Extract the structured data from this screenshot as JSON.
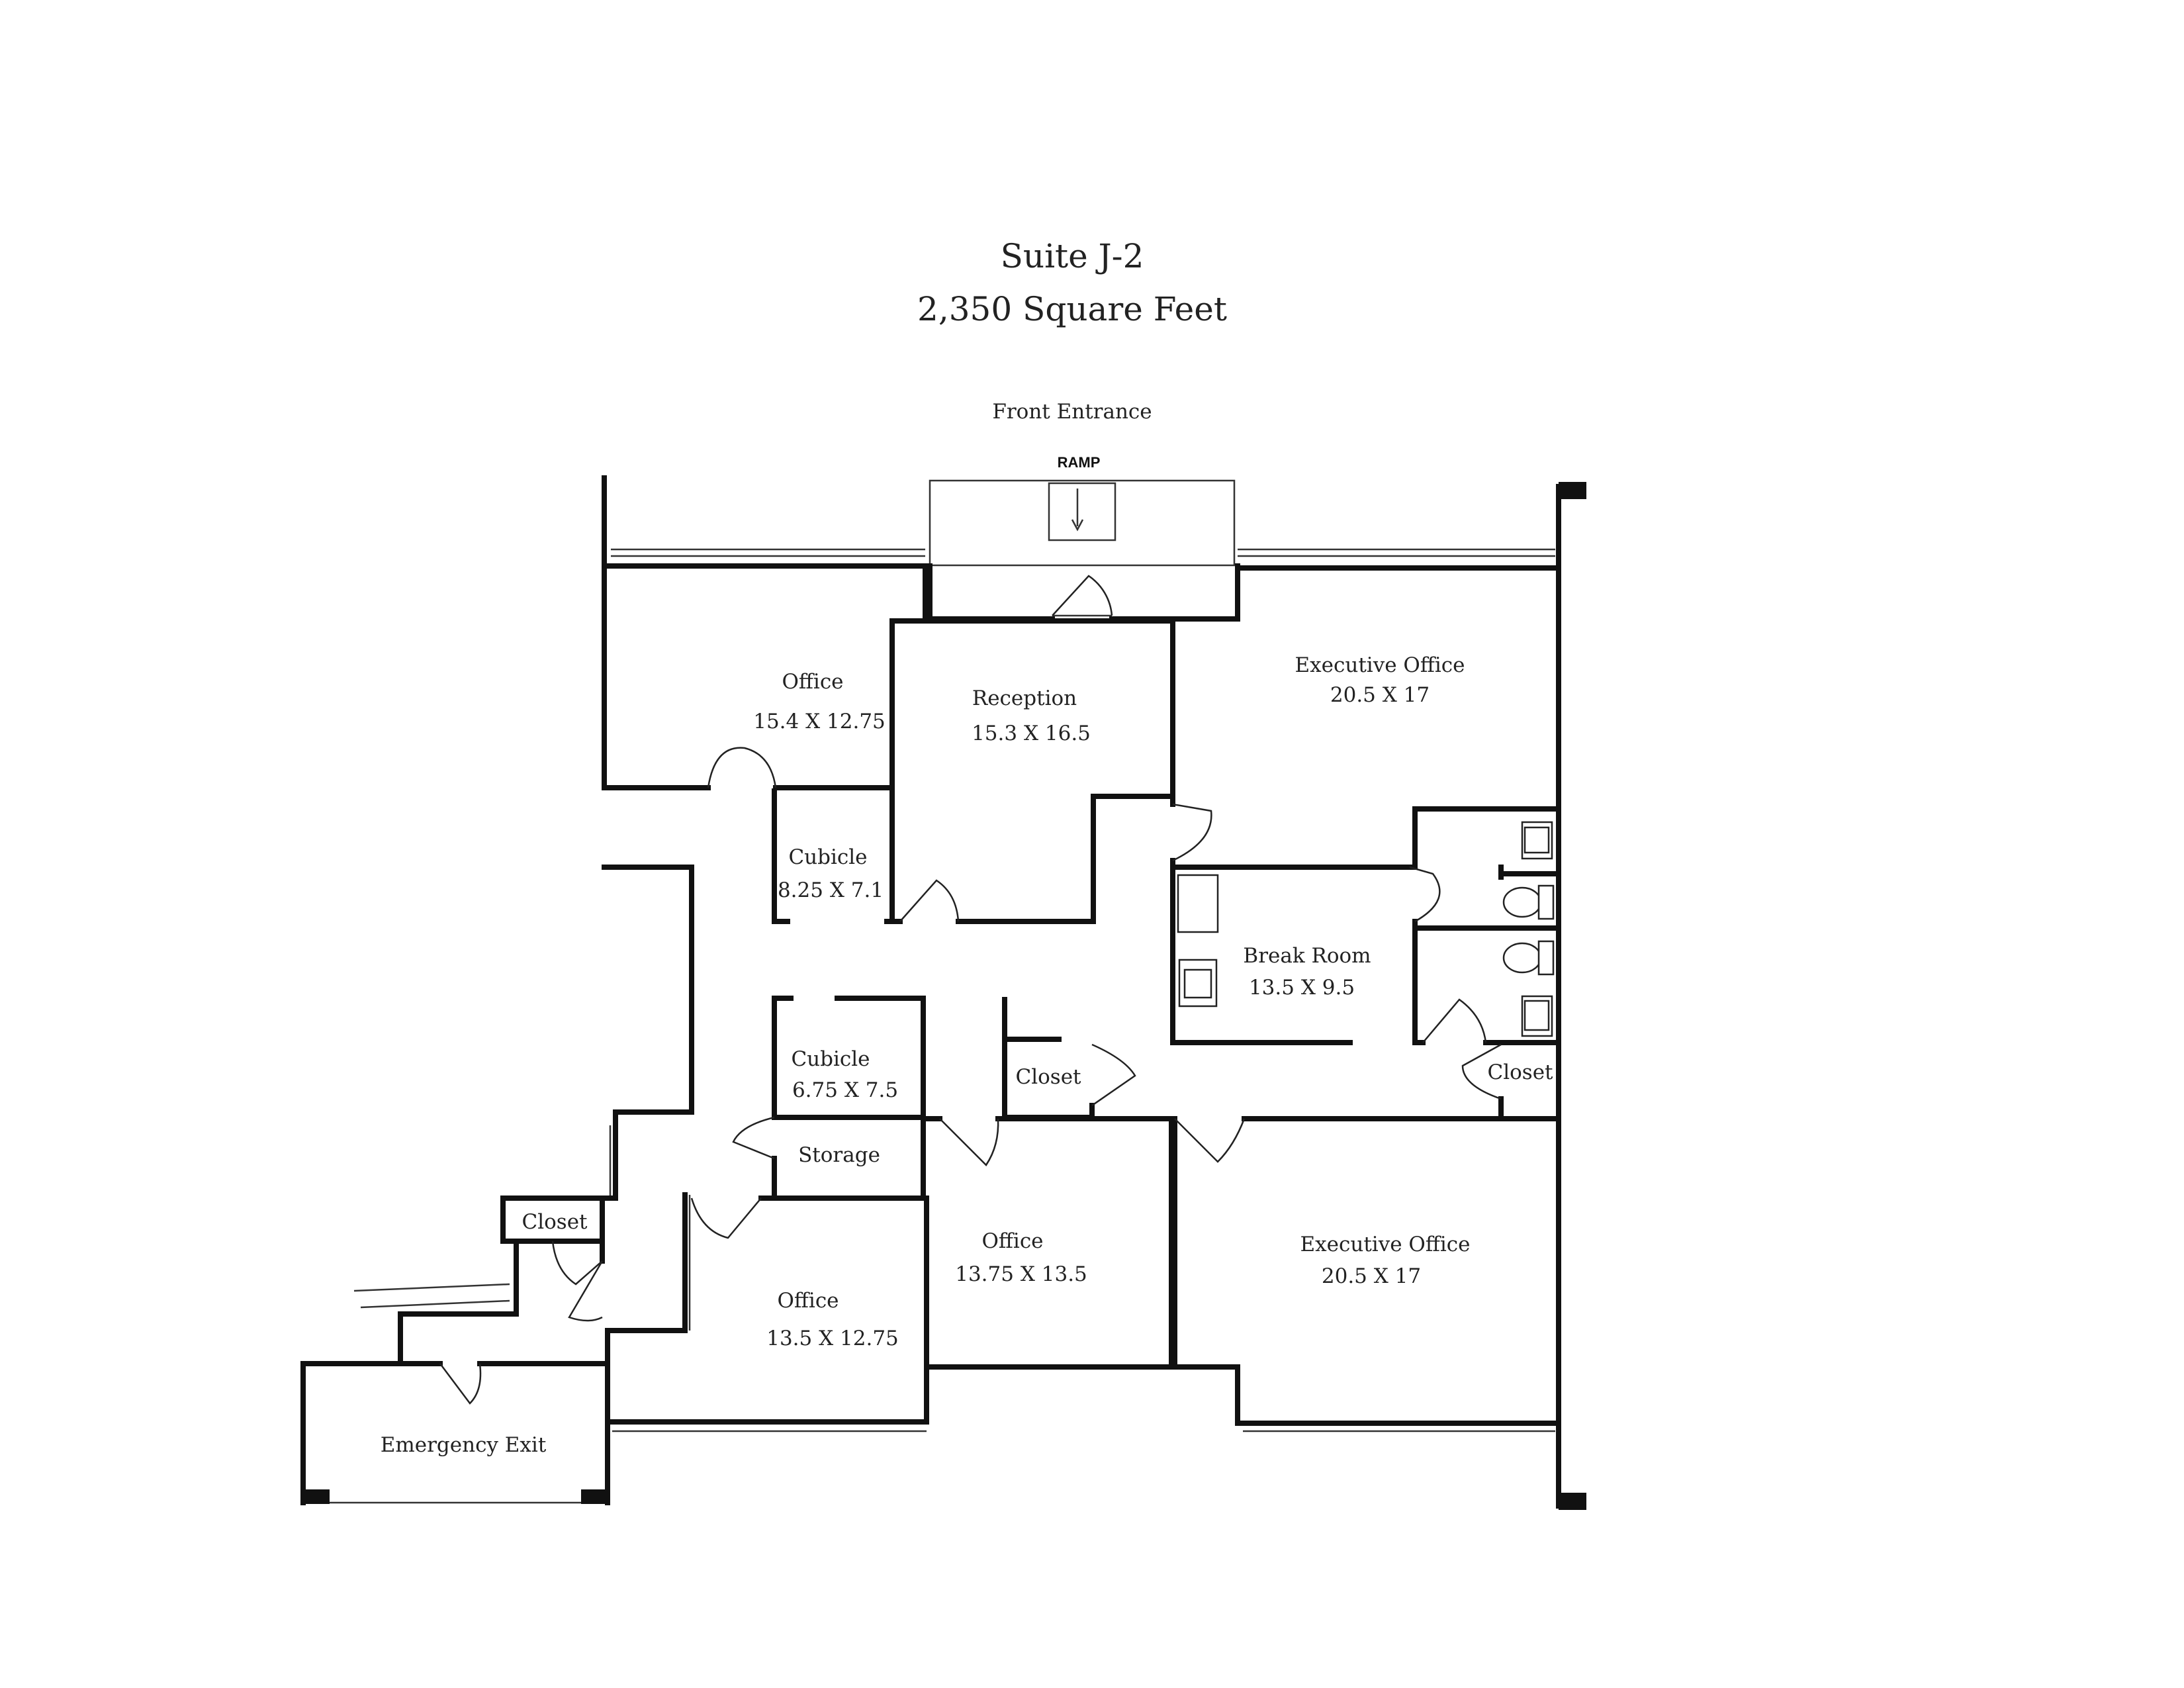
{
  "title": "Suite J-2",
  "subtitle": "2,350 Square Feet",
  "front_entrance": "Front Entrance",
  "ramp": "RAMP",
  "rooms": {
    "office_nw": {
      "name": "Office",
      "dims": "15.4 X 12.75"
    },
    "reception": {
      "name": "Reception",
      "dims": "15.3 X 16.5"
    },
    "exec_office_ne": {
      "name": "Executive Office",
      "dims": "20.5 X 17"
    },
    "cubicle_1": {
      "name": "Cubicle",
      "dims": "8.25 X 7.1"
    },
    "break_room": {
      "name": "Break Room",
      "dims": "13.5 X 9.5"
    },
    "cubicle_2": {
      "name": "Cubicle",
      "dims": "6.75 X 7.5"
    },
    "closet_center": {
      "name": "Closet"
    },
    "closet_east": {
      "name": "Closet"
    },
    "storage": {
      "name": "Storage"
    },
    "closet_sw": {
      "name": "Closet"
    },
    "office_center": {
      "name": "Office",
      "dims": "13.75 X 13.5"
    },
    "exec_office_se": {
      "name": "Executive Office",
      "dims": "20.5 X 17"
    },
    "office_sw": {
      "name": "Office",
      "dims": "13.5 X 12.75"
    },
    "emergency_exit": {
      "name": "Emergency Exit"
    }
  }
}
